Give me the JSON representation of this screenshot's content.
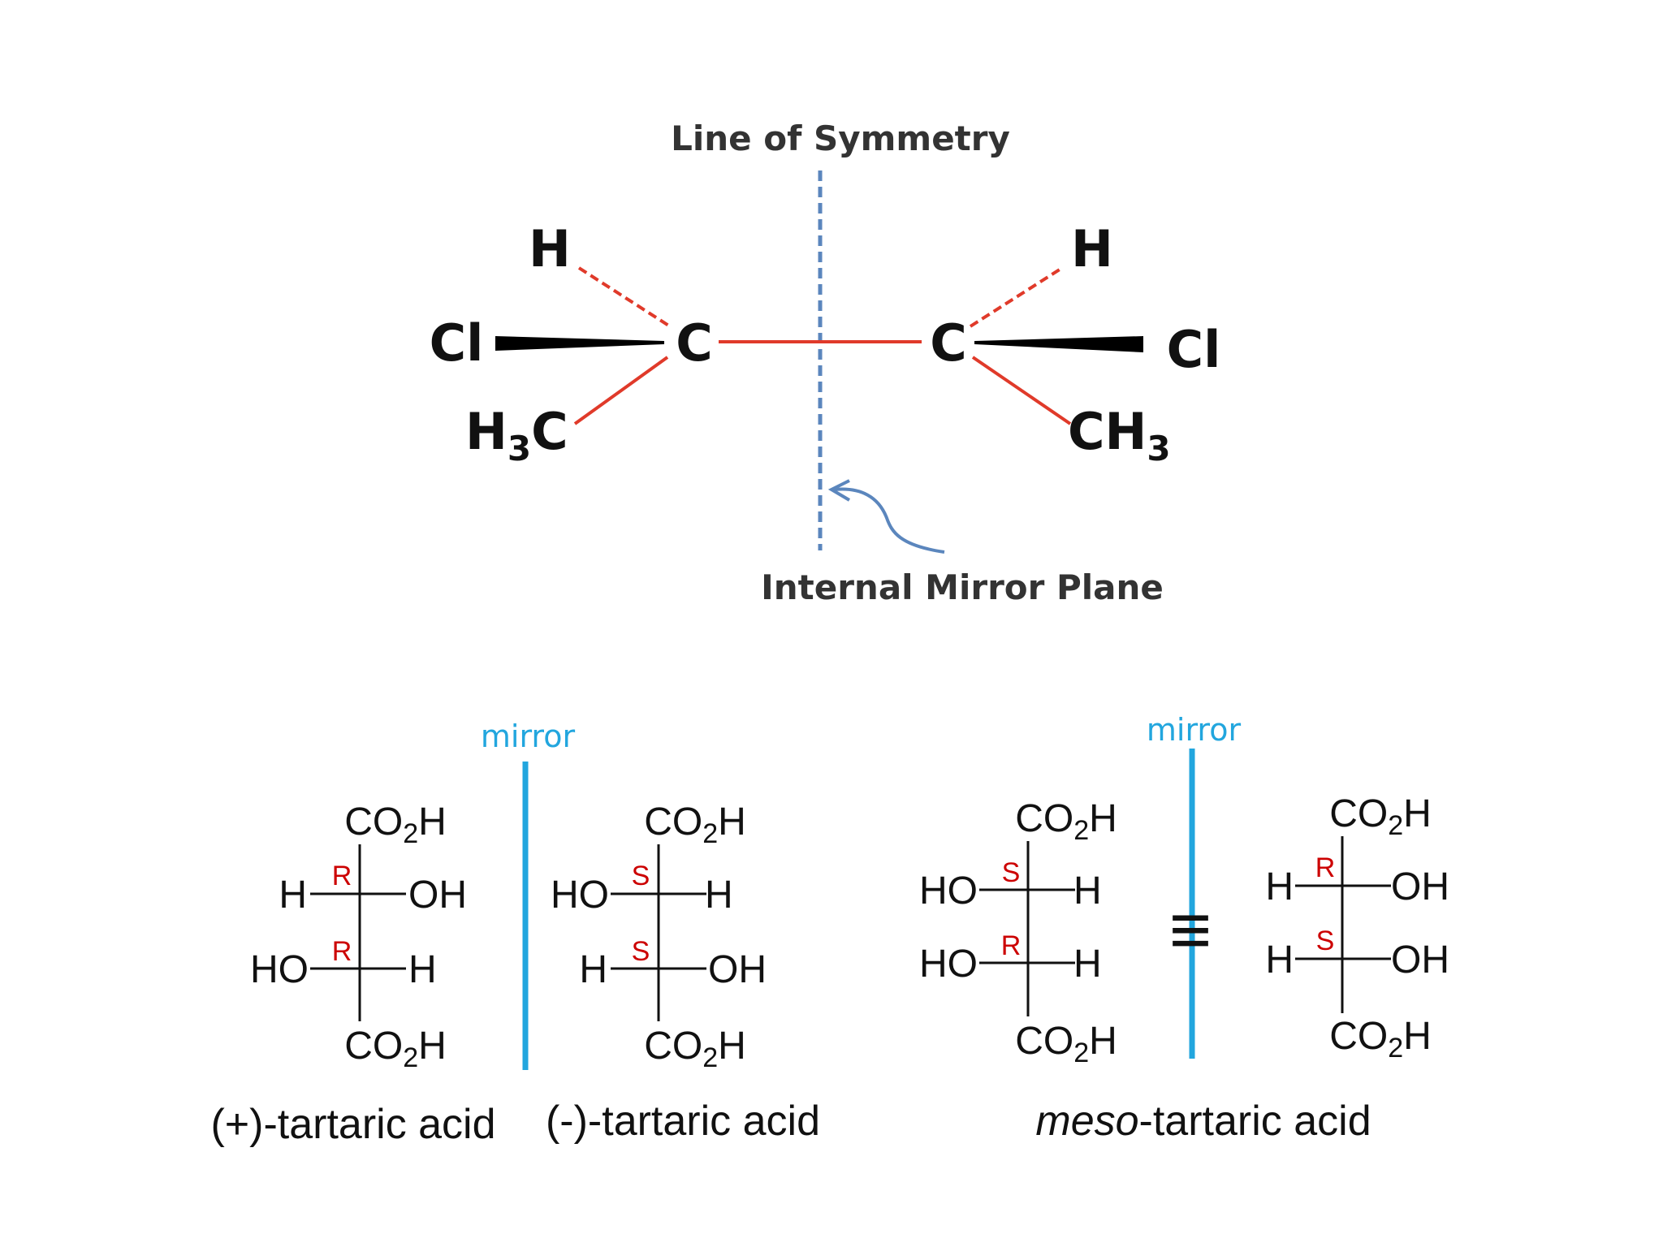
{
  "colors": {
    "bond": "#e03a2a",
    "symmetry_line": "#5b86bd",
    "mirror": "#22a6de",
    "config_label": "#cc0000",
    "text": "#111111"
  },
  "top_diagram": {
    "line_of_symmetry_label": "Line of Symmetry",
    "internal_mirror_plane_label": "Internal Mirror Plane",
    "left": {
      "carbon": "C",
      "hydrogen": "H",
      "chlorine": "Cl",
      "methyl_main": "H",
      "methyl_sub": "3",
      "methyl_tail": "C"
    },
    "right": {
      "carbon": "C",
      "hydrogen": "H",
      "chlorine": "Cl",
      "methyl_main": "CH",
      "methyl_sub": "3"
    }
  },
  "fischer": {
    "mirror_label": "mirror",
    "equivalence_symbol": "≡",
    "carboxyl": {
      "main": "CO",
      "sub": "2",
      "tail": "H"
    },
    "plus": {
      "name": "(+)-tartaric acid",
      "row1": {
        "left": "H",
        "config": "R",
        "right": "OH"
      },
      "row2": {
        "left": "HO",
        "config": "R",
        "right": "H"
      }
    },
    "minus": {
      "name": "(-)-tartaric acid",
      "row1": {
        "left": "HO",
        "config": "S",
        "right": "H"
      },
      "row2": {
        "left": "H",
        "config": "S",
        "right": "OH"
      }
    },
    "meso_left": {
      "row1": {
        "left": "HO",
        "config": "S",
        "right": "H"
      },
      "row2": {
        "left": "HO",
        "config": "R",
        "right": "H"
      }
    },
    "meso_right": {
      "row1": {
        "left": "H",
        "config": "R",
        "right": "OH"
      },
      "row2": {
        "left": "H",
        "config": "S",
        "right": "OH"
      }
    },
    "meso_name": {
      "italic": "meso",
      "rest": "-tartaric acid"
    }
  }
}
